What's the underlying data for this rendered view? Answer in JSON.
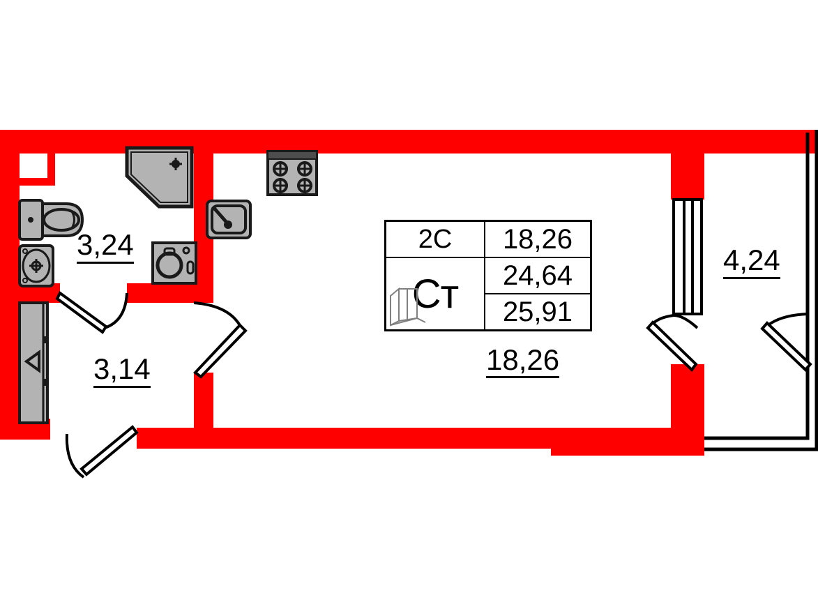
{
  "document": {
    "type": "apartment-floor-plan",
    "title": "Studio apartment floor plan"
  },
  "colors": {
    "wall": "#FE0000",
    "fixture_fill": "#B3B3B3",
    "fixture_stroke": "#1A1A1A",
    "text": "#000000",
    "balcony_outline": "#000000"
  },
  "info_table": {
    "apartment_code": "2C",
    "type_code": "Cт",
    "areas": [
      "18,26",
      "24,64",
      "25,91"
    ]
  },
  "rooms": [
    {
      "name": "bathroom",
      "area_label": "3,24"
    },
    {
      "name": "hallway",
      "area_label": "3,14"
    },
    {
      "name": "living-kitchen",
      "area_label": "18,26"
    },
    {
      "name": "balcony",
      "area_label": "4,24"
    }
  ],
  "fixtures": [
    {
      "name": "toilet",
      "room": "bathroom"
    },
    {
      "name": "washbasin",
      "room": "bathroom"
    },
    {
      "name": "shower-cabin",
      "room": "bathroom"
    },
    {
      "name": "washing-machine",
      "room": "bathroom"
    },
    {
      "name": "kitchen-sink",
      "room": "living-kitchen"
    },
    {
      "name": "cooktop-4-burner",
      "room": "living-kitchen"
    },
    {
      "name": "wardrobe",
      "room": "hallway"
    }
  ],
  "doors": [
    {
      "name": "entrance-door",
      "room": "hallway"
    },
    {
      "name": "bathroom-door",
      "room": "bathroom"
    },
    {
      "name": "room-door",
      "room": "living-kitchen"
    },
    {
      "name": "balcony-door",
      "room": "balcony"
    },
    {
      "name": "balcony-exit-door",
      "room": "balcony"
    }
  ],
  "windows": [
    {
      "name": "balcony-glazing",
      "room": "balcony"
    }
  ]
}
